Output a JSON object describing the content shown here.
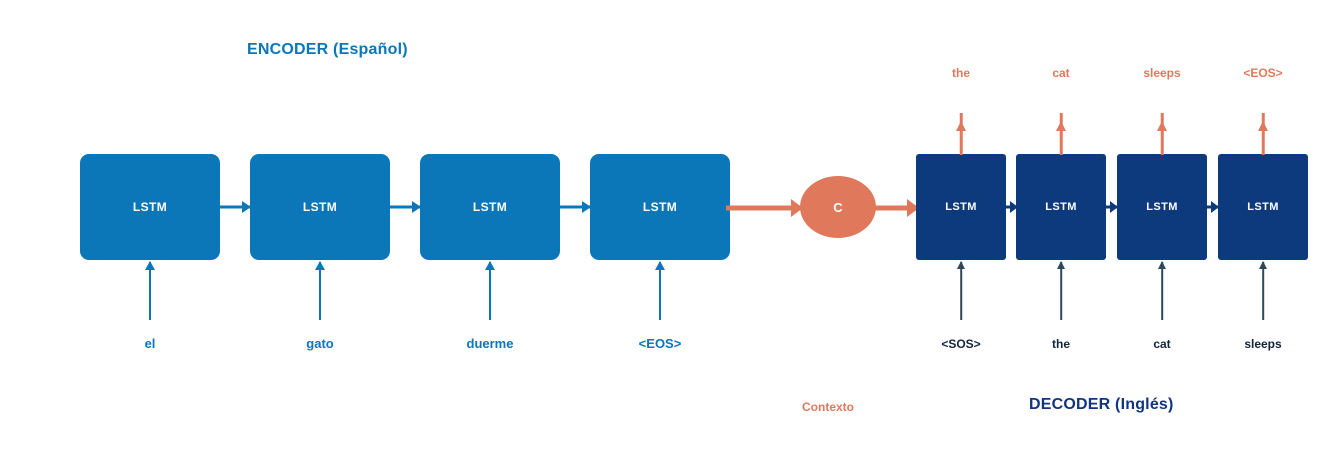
{
  "diagram": {
    "title_encoder": "ENCODER (Español)",
    "title_decoder": "DECODER (Inglés)",
    "context_label": "Contexto",
    "context_node_label": "C",
    "cell_label": "LSTM",
    "colors": {
      "encoder_blue": "#0b76b8",
      "decoder_navy": "#0d3a7d",
      "context_orange": "#e0795b",
      "decoder_input_arrow": "#2e4759",
      "background": "#ffffff"
    }
  },
  "encoder": {
    "cells": [
      {
        "label": "LSTM",
        "input_token": "el"
      },
      {
        "label": "LSTM",
        "input_token": "gato"
      },
      {
        "label": "LSTM",
        "input_token": "duerme"
      },
      {
        "label": "LSTM",
        "input_token": "<EOS>"
      }
    ]
  },
  "decoder": {
    "cells": [
      {
        "label": "LSTM",
        "input_token": "<SOS>",
        "output_token": "the"
      },
      {
        "label": "LSTM",
        "input_token": "the",
        "output_token": "cat"
      },
      {
        "label": "LSTM",
        "input_token": "cat",
        "output_token": "sleeps"
      },
      {
        "label": "LSTM",
        "input_token": "sleeps",
        "output_token": "<EOS>"
      }
    ]
  }
}
